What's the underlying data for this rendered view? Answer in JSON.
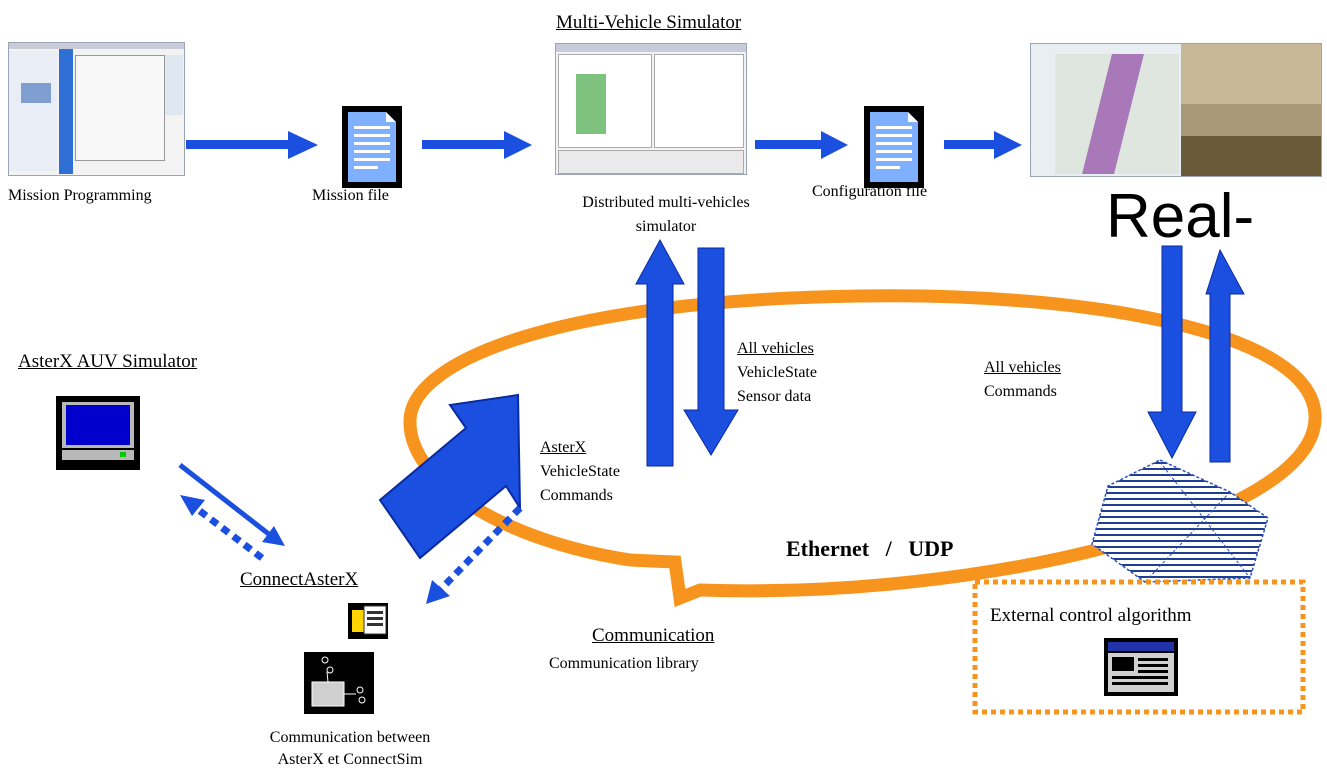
{
  "title": "Multi-Vehicle Simulator",
  "realtime_label": "Real-",
  "nodes": {
    "mission_programming": "Mission Programming",
    "mission_file": "Mission file",
    "distributed_line1": "Distributed multi-vehicles",
    "distributed_line2": "simulator",
    "configuration_file": "Configuration file",
    "asterx_simulator": "AsterX AUV Simulator",
    "connect_asterx": "ConnectAsterX",
    "comm_between_line1": "Communication between",
    "comm_between_line2": "AsterX et ConnectSim",
    "communication": "Communication",
    "communication_library": "Communication library",
    "external_control": "External control algorithm",
    "ethernet_udp": "Ethernet   /   UDP"
  },
  "flows": {
    "sim_group": "All vehicles",
    "sim_line1": "VehicleState",
    "sim_line2": "Sensor data",
    "rt_group": "All vehicles",
    "rt_line1": "Commands",
    "asterx_group": "AsterX",
    "asterx_line1": "VehicleState",
    "asterx_line2": "Commands"
  },
  "colors": {
    "arrow_blue": "#1a4fe0",
    "ring_orange": "#f7941d",
    "dashed_orange": "#f7941d"
  }
}
